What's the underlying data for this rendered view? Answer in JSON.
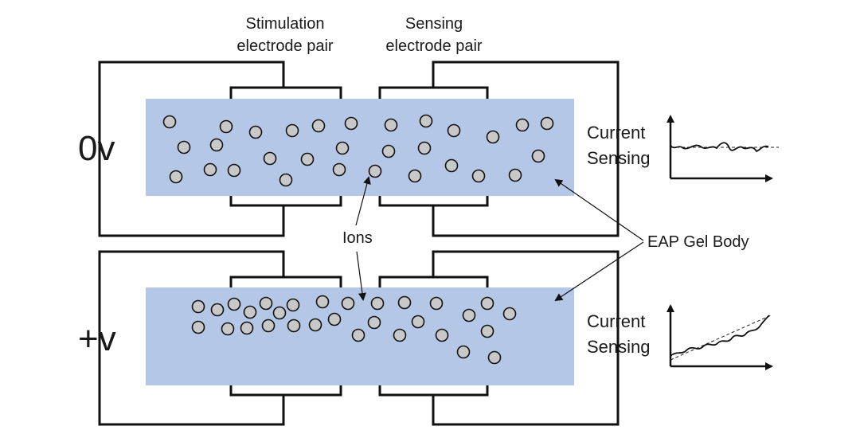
{
  "labels": {
    "stimulation_line1": "Stimulation",
    "stimulation_line2": "electrode pair",
    "sensing_line1": "Sensing",
    "sensing_line2": "electrode pair",
    "voltage_top": "0v",
    "voltage_bottom": "+v",
    "current_line1": "Current",
    "current_line2": "Sensing",
    "ions": "Ions",
    "gel_body": "EAP Gel Body"
  },
  "colors": {
    "gel": "#b4c7e7",
    "ion_fill": "#c8c8c8",
    "wire": "#111111"
  },
  "panels": [
    {
      "voltage_key": "voltage_top",
      "ion_distribution": "uniform",
      "signal_trend": "flat"
    },
    {
      "voltage_key": "voltage_bottom",
      "ion_distribution": "shifted-left",
      "signal_trend": "rising"
    }
  ]
}
